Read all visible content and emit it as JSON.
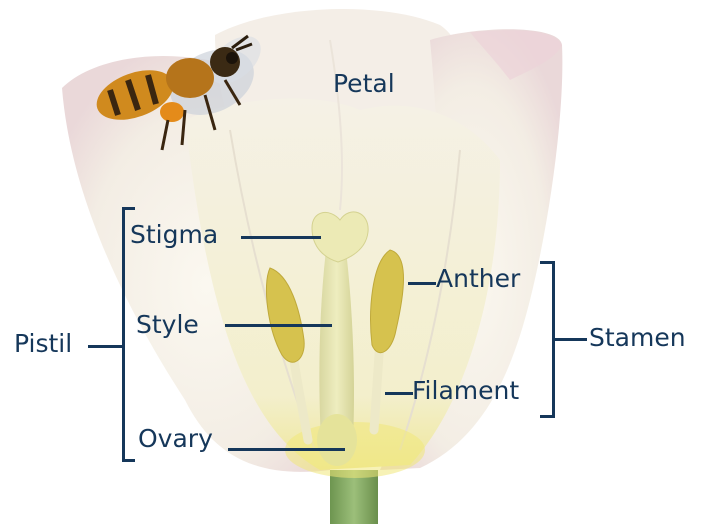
{
  "labels": {
    "petal": "Petal",
    "stigma": "Stigma",
    "style": "Style",
    "ovary": "Ovary",
    "pistil": "Pistil",
    "anther": "Anther",
    "filament": "Filament",
    "stamen": "Stamen"
  },
  "colors": {
    "label_ink": "#15375a",
    "petal": "#f6f1ea",
    "petal_edge": "#e9c9d1",
    "pollen": "#d8c451",
    "pistil": "#e4e2a7",
    "stem": "#7ea35e"
  },
  "icons": {
    "pollinator": "honeybee-icon"
  }
}
